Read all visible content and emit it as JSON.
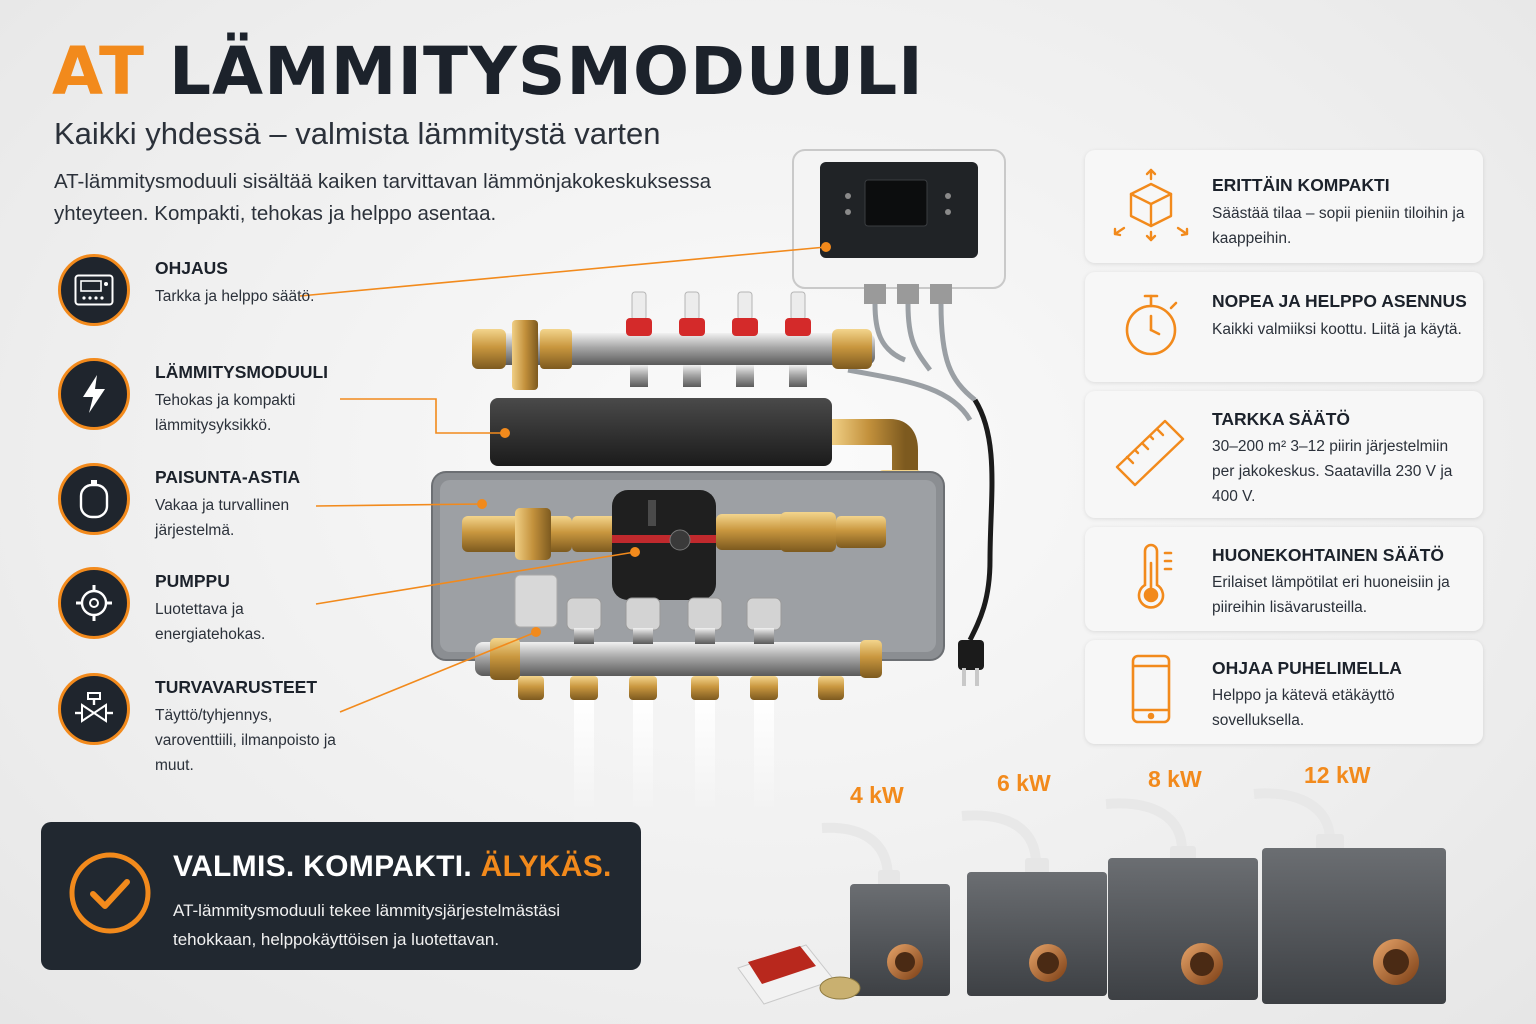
{
  "header": {
    "title_accent": "AT",
    "title_main": "LÄMMITYSMODUULI",
    "subtitle": "Kaikki yhdessä – valmista lämmitystä varten",
    "intro": "AT-lämmitysmoduuli sisältää kaiken tarvittavan lämmönjakokeskuksessa yhteyteen. Kompakti, tehokas ja helppo asentaa."
  },
  "left_features": [
    {
      "title": "OHJAUS",
      "desc": "Tarkka ja helppo säätö.",
      "icon": "controller-icon"
    },
    {
      "title": "LÄMMITYSMODUULI",
      "desc": "Tehokas ja kompakti lämmitysyksikkö.",
      "icon": "lightning-icon"
    },
    {
      "title": "PAISUNTA-ASTIA",
      "desc": "Vakaa ja turvallinen järjestelmä.",
      "icon": "expansion-tank-icon"
    },
    {
      "title": "PUMPPU",
      "desc": "Luotettava ja energiatehokas.",
      "icon": "pump-icon"
    },
    {
      "title": "TURVAVARUSTEET",
      "desc": "Täyttö/tyhjennys, varoventtiili, ilmanpoisto ja muut.",
      "icon": "valve-icon"
    }
  ],
  "right_features": [
    {
      "title": "ERITTÄIN KOMPAKTI",
      "desc": "Säästää tilaa – sopii pieniin tiloihin ja kaappeihin.",
      "icon": "cube-icon"
    },
    {
      "title": "NOPEA JA HELPPO ASENNUS",
      "desc": "Kaikki valmiiksi koottu. Liitä ja käytä.",
      "icon": "stopwatch-icon"
    },
    {
      "title": "TARKKA SÄÄTÖ",
      "desc": "30–200 m² 3–12 piirin järjestelmiin per jakokeskus. Saatavilla 230 V ja 400 V.",
      "icon": "ruler-icon"
    },
    {
      "title": "HUONEKOHTAINEN SÄÄTÖ",
      "desc": "Erilaiset lämpötilat eri huoneisiin ja piireihin lisävarusteilla.",
      "icon": "thermometer-icon"
    },
    {
      "title": "OHJAA PUHELIMELLA",
      "desc": "Helppo ja kätevä etäkäyttö sovelluksella.",
      "icon": "smartphone-icon"
    }
  ],
  "banner": {
    "title_white": "VALMIS. KOMPAKTI.",
    "title_orange": "ÄLYKÄS.",
    "text": "AT-lämmitysmoduuli tekee lämmitysjärjestelmästäsi tehokkaan, helppokäyttöisen ja luotettavan."
  },
  "power_options": [
    {
      "label": "4 kW"
    },
    {
      "label": "6 kW"
    },
    {
      "label": "8 kW"
    },
    {
      "label": "12 kW"
    }
  ],
  "colors": {
    "accent": "#f28a1c",
    "dark": "#1f252d",
    "card_bg": "#f7f7f7"
  }
}
